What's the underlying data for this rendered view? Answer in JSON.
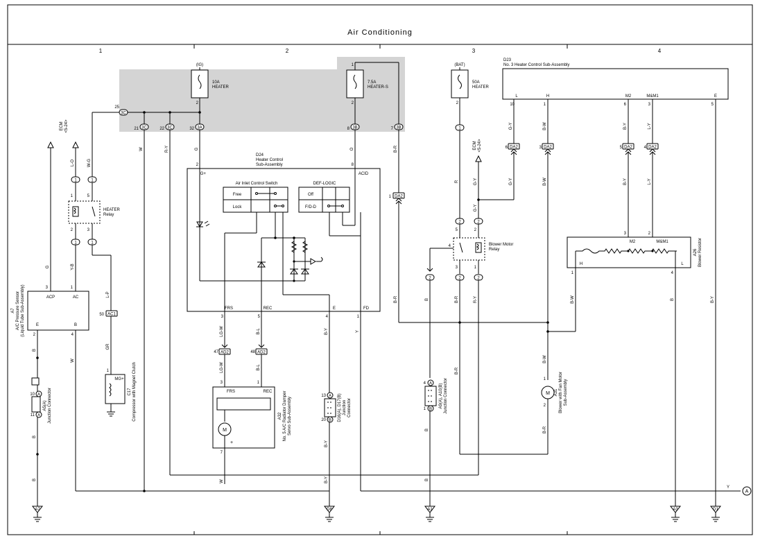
{
  "title": "Air Conditioning",
  "columns": [
    "1",
    "2",
    "3",
    "4"
  ],
  "components": {
    "fuse_heater": {
      "name": "10A\nHEATER",
      "source": "(IG)",
      "pin_bottom": "2"
    },
    "fuse_heater_s": {
      "name": "7.5A\nHEATER-S",
      "pin_top": "1",
      "pin_bottom": "2"
    },
    "fuse_heater_bat": {
      "name": "50A\nHEATER",
      "source": "(BAT)",
      "pin_bottom": "2"
    },
    "d24": {
      "id": "D24",
      "name": "Heater Control\nSub-Assembly",
      "ig_label": "IG+",
      "acid_label": "ACID",
      "frs_label": "FRS",
      "rec_label": "REC",
      "e_label": "E",
      "fd_label": "FD",
      "pin_ig": "2",
      "pin_acid": "8",
      "pin_frs": "3",
      "pin_rec": "5",
      "pin_e": "4",
      "pin_fd": "1"
    },
    "air_inlet_switch": {
      "name": "Air Inlet Control Switch",
      "free": "Free",
      "lock": "Lock"
    },
    "def_logic": {
      "name": "DEF-LOGIC",
      "off": "Off",
      "fd": "F/D-D"
    },
    "d23": {
      "id": "D23",
      "name": "No. 3 Heater Control Sub-Assembly",
      "pins": [
        {
          "label": "L",
          "num": "10"
        },
        {
          "label": "H",
          "num": "1"
        },
        {
          "label": "M2",
          "num": "6"
        },
        {
          "label": "M&M1",
          "num": "3"
        },
        {
          "label": "E",
          "num": "5"
        }
      ]
    },
    "heater_relay": {
      "name": "HEATER\nRelay",
      "pins": [
        "5",
        "1",
        "2",
        "3"
      ]
    },
    "blower_motor_relay": {
      "name": "Blower Motor\nRelay",
      "pins": [
        "5",
        "2",
        "4",
        "3",
        "1"
      ]
    },
    "blower_resistor": {
      "id": "A26",
      "name": "Blower Resistor",
      "h": "H",
      "m2": "M2",
      "mm1": "M&M1",
      "l": "L",
      "pin_m2": "3",
      "pin_mm1": "2",
      "pin_h": "1",
      "pin_l": "4"
    },
    "a7": {
      "id": "A7",
      "name": "A/C Pressure Sensor\n(Liquid Tube Sub-Assembly)",
      "acp": "ACP",
      "ac": "AC",
      "e": "E",
      "b": "B",
      "pin_acp": "3",
      "pin_ac": "1",
      "pin_e": "2",
      "pin_b": "4"
    },
    "c17": {
      "id": "C17",
      "name": "Compressor with Magnet Clutch",
      "label": "MG+",
      "pin": "1"
    },
    "a32": {
      "id": "A32",
      "name": "No. 5 A/C Radiator Damper\nServo Sub-Assembly",
      "frs": "FRS",
      "rec": "REC",
      "pin_frs": "3",
      "pin_rec": "1",
      "pin_plus": "7",
      "plus": "+",
      "motor": "M"
    },
    "a31": {
      "id": "A31",
      "name": "Blower with Fan Motor\nSub-Assembly",
      "motor": "M",
      "pin_top": "1",
      "pin_bottom": "2"
    },
    "a5": {
      "id": "A5(A)",
      "name": "Junction Connector",
      "pin_a": "10",
      "pin_b": "11"
    },
    "a9": {
      "id": "A9(A), A10(B)",
      "name": "Junction Connector",
      "pin_a": "4",
      "pin_b": "1"
    },
    "d16": {
      "id": "D16(A), D17(B)",
      "name": "Junction\nConnector",
      "pin_a": "13",
      "pin_b": "20"
    },
    "ecm": {
      "name": "ECM\n<5-24>"
    }
  },
  "connectors": {
    "c3c_25": {
      "pin": "25",
      "label": "3C"
    },
    "c3c_21": {
      "pin": "21",
      "label": "3C"
    },
    "c3c_22": {
      "pin": "22",
      "label": "3C"
    },
    "c3a_32": {
      "pin": "32",
      "label": "3A"
    },
    "c3b_8": {
      "pin": "8",
      "label": "3B"
    },
    "c3b_7": {
      "pin": "7",
      "label": "3B"
    },
    "da2_1": {
      "pin": "1",
      "label": "DA2"
    },
    "da2_6": {
      "pin": "6",
      "label": "DA2"
    },
    "da2_3": {
      "pin": "3",
      "label": "DA2"
    },
    "da2_5": {
      "pin": "5",
      "label": "DA2"
    },
    "da2_4": {
      "pin": "4",
      "label": "DA2"
    },
    "ad2_47": {
      "pin": "47",
      "label": "AD2"
    },
    "ad2_48": {
      "pin": "48",
      "label": "AD2"
    },
    "ac1_50": {
      "pin": "50",
      "label": "AC1"
    },
    "relay_conn_1": "1",
    "relay_conn_2": "2",
    "circle_A": "A"
  },
  "wire_colors": {
    "lo": "L-O",
    "wg": "W-G",
    "g": "G",
    "yb": "Y-B",
    "w": "W",
    "ry": "R-Y",
    "o": "O",
    "br": "B-R",
    "r": "R",
    "gy": "G-Y",
    "bw": "B-W",
    "by": "B-Y",
    "ly": "L-Y",
    "lp": "L-P",
    "gr": "GR",
    "b": "B",
    "lgw": "LG-W",
    "bl": "B-L",
    "y": "Y"
  },
  "grounds": [
    "A7",
    "D8",
    "A1",
    "A3",
    "D1"
  ]
}
